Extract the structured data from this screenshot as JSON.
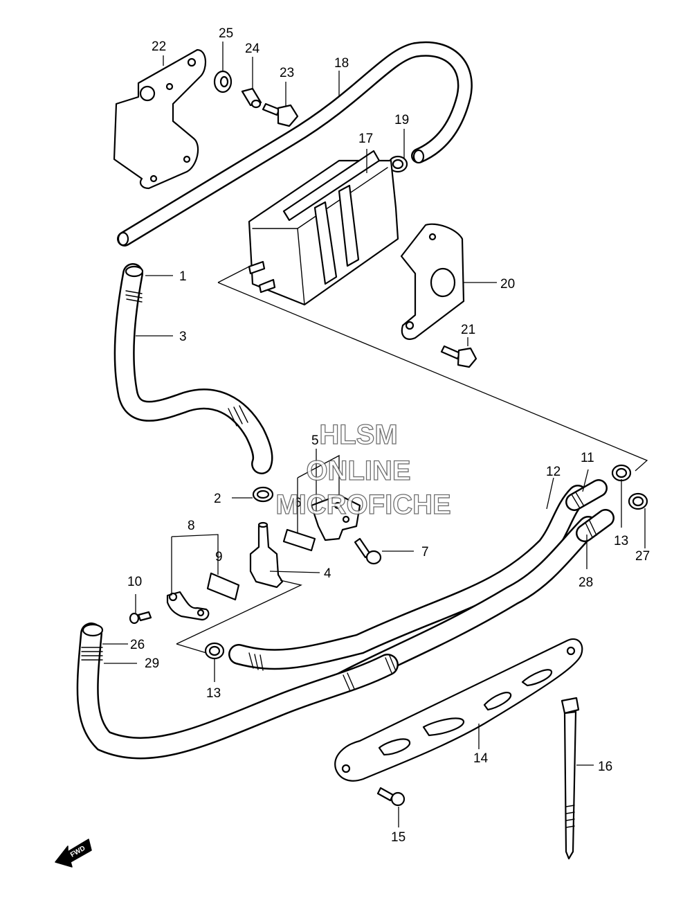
{
  "callouts": {
    "c1": "1",
    "c2": "2",
    "c3": "3",
    "c4": "4",
    "c5": "5",
    "c6": "6",
    "c7": "7",
    "c8": "8",
    "c9": "9",
    "c10": "10",
    "c11": "11",
    "c12": "12",
    "c13a": "13",
    "c13b": "13",
    "c14": "14",
    "c15": "15",
    "c16": "16",
    "c17": "17",
    "c18": "18",
    "c19": "19",
    "c20": "20",
    "c21": "21",
    "c22": "22",
    "c23": "23",
    "c24": "24",
    "c25": "25",
    "c26": "26",
    "c27": "27",
    "c28": "28",
    "c29": "29"
  },
  "watermark": {
    "line1": "HLSM",
    "line2": "ONLINE",
    "line3": "MICROFICHE"
  },
  "direction_badge": "FWD",
  "colors": {
    "ink": "#000000",
    "paper": "#ffffff",
    "watermark_outline": "#555555"
  }
}
